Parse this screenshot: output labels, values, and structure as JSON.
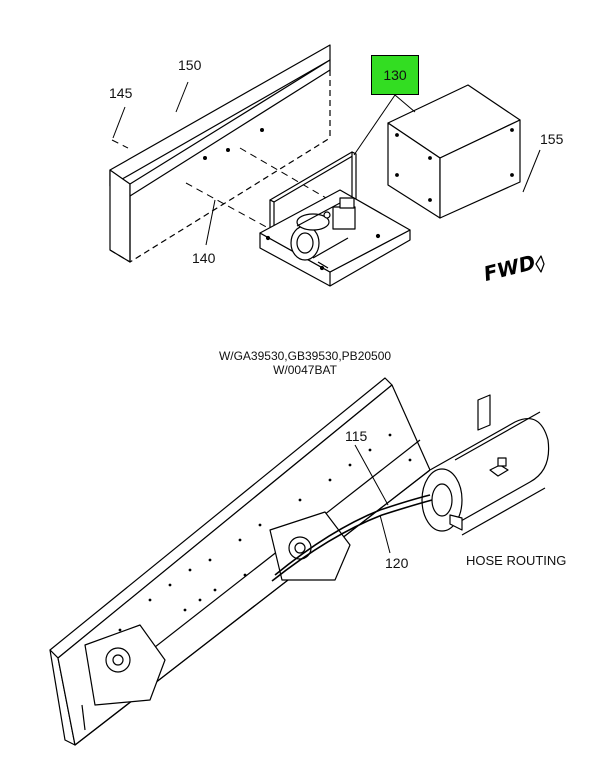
{
  "callouts": {
    "c130": "130",
    "c145": "145",
    "c150": "150",
    "c155": "155",
    "c140": "140",
    "c115": "115",
    "c120": "120"
  },
  "direction_marker": "FWD",
  "note_line1": "W/GA39530,GB39530,PB20500",
  "note_line2": "W/0047BAT",
  "hose_routing_label": "HOSE ROUTING",
  "highlight_color": "#33dd22"
}
